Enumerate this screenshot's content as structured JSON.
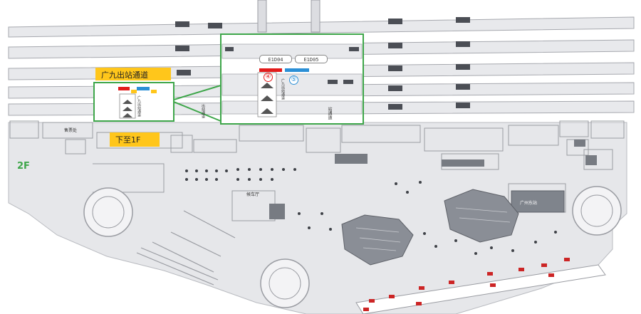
{
  "floor": "2F",
  "callouts": {
    "corridor": "广九出站通道",
    "down": "下至1F"
  },
  "exit_tags": [
    "E1D04",
    "E1D05"
  ],
  "exit_numbers": [
    "④",
    "⑤"
  ],
  "vertical_labels": {
    "corridor_main": "广九出站通道",
    "corridor_side": "广九出站通道",
    "outbound": "出站通道",
    "station_passage": "站通道"
  },
  "rooms": {
    "waiting_hall": "候车厅",
    "left_room": "售票处",
    "guangzhou_east": "广州东站"
  },
  "colors": {
    "highlight": "#3ea64a",
    "callout": "#ffc61b",
    "exit_red": "#e21b1b",
    "exit_blue": "#2b8fd6",
    "floor_grey": "#e6e7ea",
    "line_grey": "#9a9ca2",
    "dark_block": "#7f848c"
  }
}
